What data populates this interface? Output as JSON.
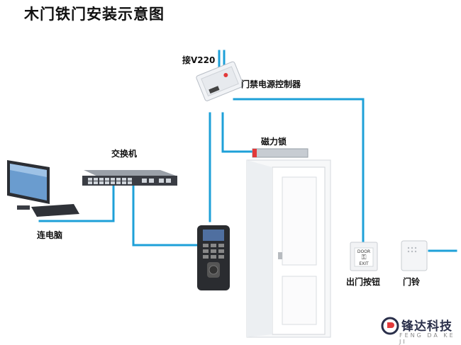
{
  "title": "木门铁门安装示意图",
  "labels": {
    "power": "接V220",
    "controller": "门禁电源控制器",
    "maglock": "磁力锁",
    "switch": "交换机",
    "computer": "连电脑",
    "exit_button": "出门按钮",
    "doorbell": "门铃"
  },
  "exit_button_text": {
    "line1": "DOOR",
    "line2": "EXIT"
  },
  "logo": {
    "name": "锋达科技",
    "pinyin": "FENG DA KE JI"
  },
  "colors": {
    "wire": "#1ea0d8",
    "accent": "#e23a3a",
    "brand": "#2a2f4a"
  }
}
